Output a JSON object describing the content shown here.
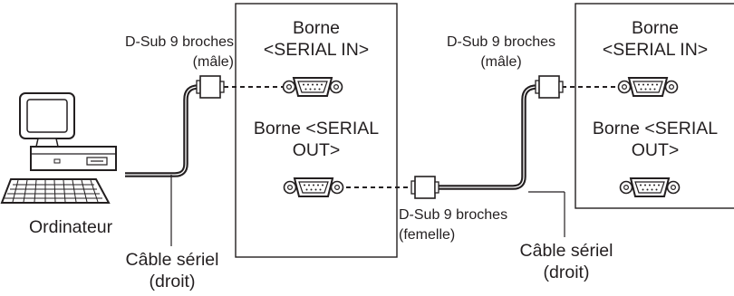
{
  "labels": {
    "dsub_male_left_1": "D-Sub 9 broches",
    "dsub_male_left_2": "(mâle)",
    "proj1_serial_in_1": "Borne",
    "proj1_serial_in_2": "<SERIAL IN>",
    "proj1_serial_out_1": "Borne <SERIAL",
    "proj1_serial_out_2": "OUT>",
    "dsub_male_mid_1": "D-Sub 9 broches",
    "dsub_male_mid_2": "(mâle)",
    "proj2_serial_in_1": "Borne",
    "proj2_serial_in_2": "<SERIAL IN>",
    "proj2_serial_out_1": "Borne <SERIAL",
    "proj2_serial_out_2": "OUT>",
    "computer": "Ordinateur",
    "cable_left_1": "Câble sériel",
    "cable_left_2": "(droit)",
    "dsub_female_1": "D-Sub 9 broches",
    "dsub_female_2": "(femelle)",
    "cable_right_1": "Câble sériel",
    "cable_right_2": "(droit)"
  },
  "icons": {
    "computer": "desktop-computer-icon",
    "port": "db9-serial-port-icon",
    "plug": "serial-cable-plug-icon"
  },
  "colors": {
    "line": "#231f20",
    "panel_fill": "#ffffff",
    "port_fill": "#ffffff"
  }
}
